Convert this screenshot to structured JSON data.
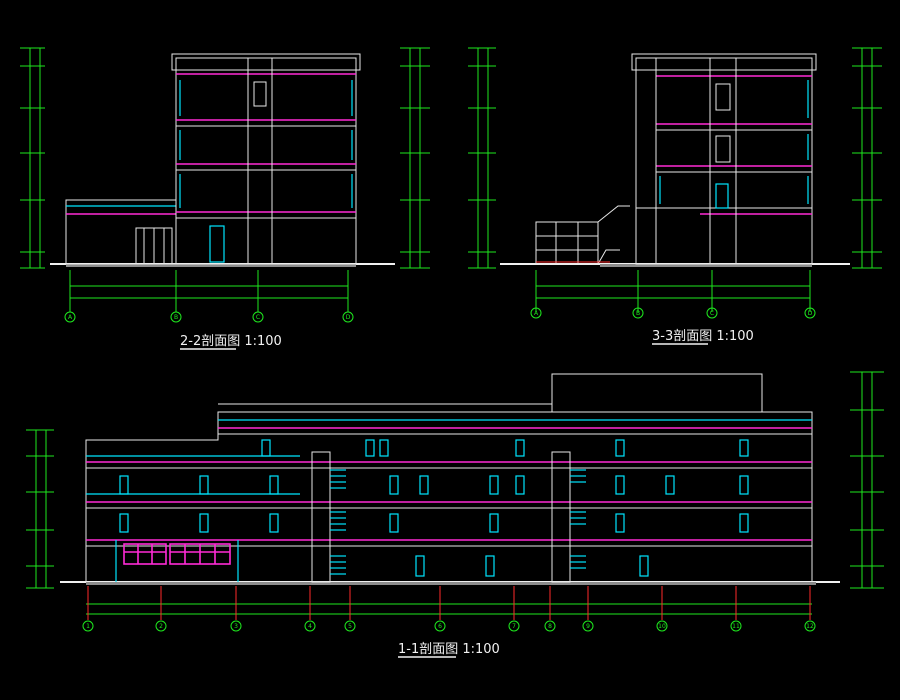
{
  "sections": [
    {
      "id": "2-2",
      "title": "2-2剖面图 1:100",
      "axis_labels": [
        "A",
        "B",
        "C",
        "D"
      ]
    },
    {
      "id": "3-3",
      "title": "3-3剖面图 1:100",
      "axis_labels": [
        "A",
        "B",
        "C",
        "D"
      ]
    },
    {
      "id": "1-1",
      "title": "1-1剖面图 1:100",
      "axis_labels": [
        "1",
        "2",
        "3",
        "4",
        "5",
        "6",
        "7",
        "8",
        "9",
        "10",
        "11",
        "12"
      ]
    }
  ],
  "colors": {
    "background": "#000000",
    "structure": "#e8e8e8",
    "glazing": "#00e5ff",
    "floor_slab": "#ff2bd6",
    "dimension": "#1ee81e",
    "axis_marker": "#ff2a2a"
  }
}
